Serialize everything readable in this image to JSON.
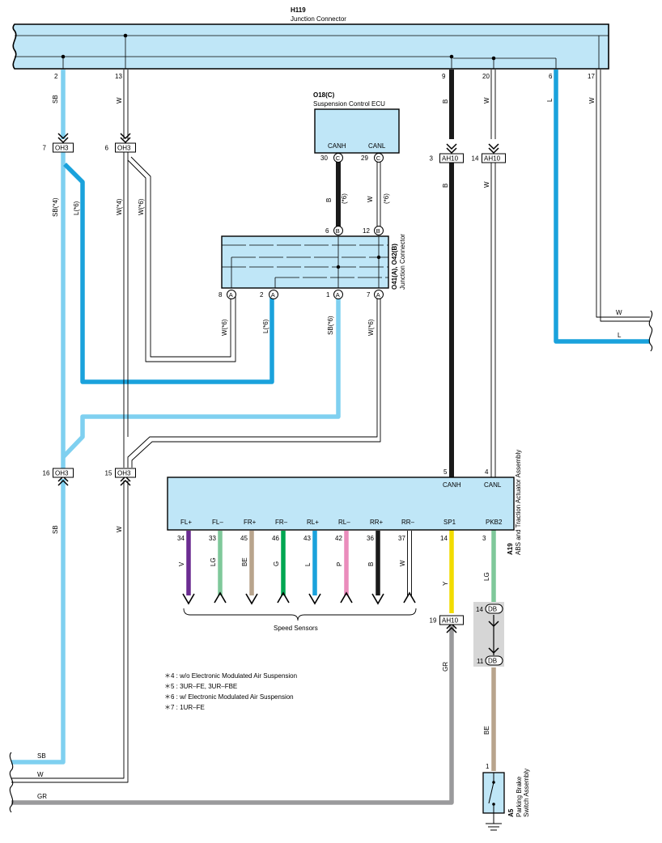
{
  "components": {
    "h119": {
      "code": "H119",
      "name": "Junction Connector",
      "pins": [
        "2",
        "13",
        "9",
        "20",
        "6",
        "17"
      ]
    },
    "o18": {
      "code": "O18(C)",
      "name": "Suspension Control ECU",
      "pin_labels": [
        "CANH",
        "CANL"
      ],
      "pins": [
        "30",
        "29"
      ],
      "connector_letter": "C"
    },
    "o41": {
      "code": "O41(A), O42(B)",
      "name": "Junction Connector",
      "top_pins": [
        "6",
        "12"
      ],
      "top_letter": "B",
      "bottom_pins": [
        "8",
        "2",
        "1",
        "7"
      ],
      "bottom_letter": "A"
    },
    "a19": {
      "code": "A19",
      "name": "ABS and Traction Actuator Assembly",
      "top_labels": [
        "CANH",
        "CANL"
      ],
      "top_pins": [
        "5",
        "4"
      ],
      "pin_labels": [
        "FL+",
        "FL–",
        "FR+",
        "FR–",
        "RL+",
        "RL–",
        "RR+",
        "RR–",
        "SP1",
        "PKB2"
      ],
      "pins": [
        "34",
        "33",
        "45",
        "46",
        "43",
        "42",
        "36",
        "37",
        "14",
        "3"
      ]
    },
    "a5": {
      "code": "A5",
      "name": "Parking Brake Switch Assembly",
      "pin": "1"
    }
  },
  "connectors": {
    "oh3": "OH3",
    "ah10": "AH10",
    "db": "DB",
    "oh3_top_pins": [
      "7",
      "6"
    ],
    "oh3_bottom_pins": [
      "16",
      "15"
    ],
    "ah10_pins": [
      "3",
      "14",
      "19"
    ],
    "db_pins": [
      "14",
      "11"
    ]
  },
  "wire_labels": {
    "sb": "SB",
    "w": "W",
    "b": "B",
    "l": "L",
    "sb4": "SB(*4)",
    "l6": "L(*6)",
    "w4": "W(*4)",
    "w6": "W(*6)",
    "b6": "B",
    "b6_note": "(*6)",
    "w6_note": "(*6)",
    "sb6": "SB(*6)",
    "gr": "GR",
    "be": "BE",
    "y": "Y",
    "lg": "LG"
  },
  "sensor_wire_colors": [
    "V",
    "LG",
    "BE",
    "G",
    "L",
    "P",
    "B",
    "W"
  ],
  "speed_sensors_label": "Speed Sensors",
  "notes": [
    "＊4 : w/o Electronic Modulated Air Suspension",
    "＊5 : 3UR–FE,  3UR–FBE",
    "＊6 : w/ Electronic Modulated Air Suspension",
    "＊7 : 1UR–FE"
  ],
  "edge_labels": {
    "left": [
      "SB",
      "W",
      "GR"
    ],
    "right": [
      "W",
      "L"
    ]
  },
  "colors": {
    "light_blue_wire": "#7fd0f0",
    "blue_wire": "#1aa2dc",
    "black_wire": "#1a1a1a",
    "gray_wire": "#9a9a9c",
    "yellow_wire": "#f2dc00",
    "light_green_wire": "#7fc89a",
    "beige_wire": "#b8a48c",
    "violet_wire": "#6b2c91",
    "green_wire": "#00a651",
    "pink_wire": "#ea8cbc",
    "component_fill": "#bfe6f7"
  }
}
